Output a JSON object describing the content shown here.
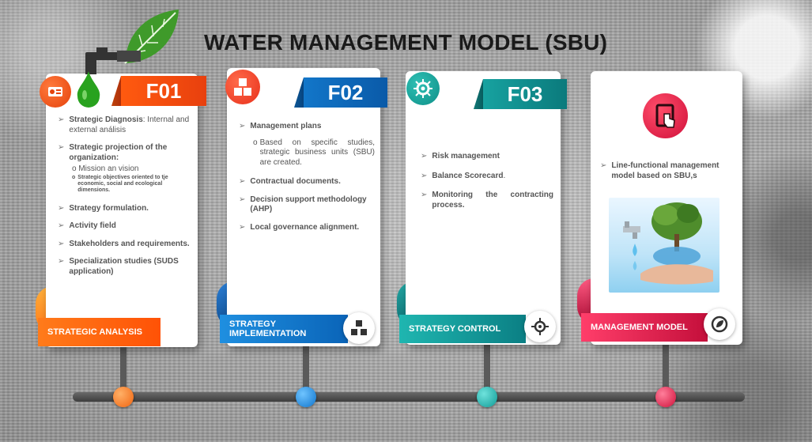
{
  "title": "WATER MANAGEMENT MODEL (SBU)",
  "colors": {
    "orange": "#ff5a0f",
    "blue": "#1276c9",
    "teal": "#17a2a0",
    "crimson": "#d0103a"
  },
  "phases": [
    {
      "tag": "F01",
      "icon": "strategy-gear-icon",
      "ribbon": "STRATEGIC ANALYSIS",
      "items": [
        {
          "bold": "Strategic Diagnosis",
          "rest": ": Internal and external análisis"
        },
        {
          "bold": "Strategic projection of the organization:",
          "rest": ""
        },
        {
          "bold": "Strategy formulation.",
          "rest": ""
        },
        {
          "bold": "Activity field",
          "rest": ""
        },
        {
          "bold": "Stakeholders and requirements.",
          "rest": ""
        },
        {
          "bold": "Specialization studies (SUDS application)",
          "rest": ""
        }
      ],
      "subs": [
        "Mission an vision",
        "Strategic objectives oriented to tje economic, social and ecological dimensions."
      ]
    },
    {
      "tag": "F02",
      "icon": "cubes-icon",
      "ribbon": "STRATEGY IMPLEMENTATION",
      "items": [
        {
          "bold": "Management plans",
          "rest": ""
        },
        {
          "bold": "Contractual documents.",
          "rest": ""
        },
        {
          "bold": "Decision support methodology (AHP)",
          "rest": ""
        },
        {
          "bold": "Local governance alignment.",
          "rest": ""
        }
      ],
      "subs": [
        "Based on specific studies, strategic business units (SBU) are created."
      ]
    },
    {
      "tag": "F03",
      "icon": "circuit-gear-icon",
      "ribbon": "STRATEGY CONTROL",
      "items": [
        {
          "bold": "Risk management",
          "rest": ""
        },
        {
          "bold": "Balance Scorecard",
          "rest": "."
        },
        {
          "bold": "Monitoring the contracting process.",
          "rest": ""
        }
      ]
    },
    {
      "tag": "",
      "icon": "touch-screen-icon",
      "ribbon": "MANAGEMENT MODEL",
      "items": [
        {
          "bold": "Line-functional management model based on SBU,s",
          "rest": ""
        }
      ]
    }
  ],
  "arrow_glyph": "➢",
  "sub_bullet": "o"
}
